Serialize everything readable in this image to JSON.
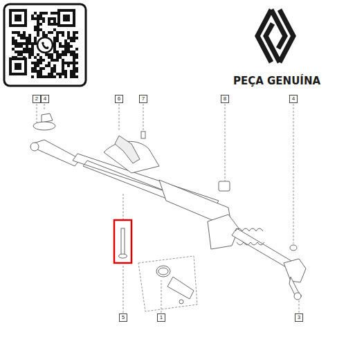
{
  "diagram": {
    "labels": [
      "PEÇA GENUÍNA",
      "2",
      "4",
      "6",
      "7",
      "8",
      "4",
      "1",
      "5",
      "3"
    ]
  }
}
